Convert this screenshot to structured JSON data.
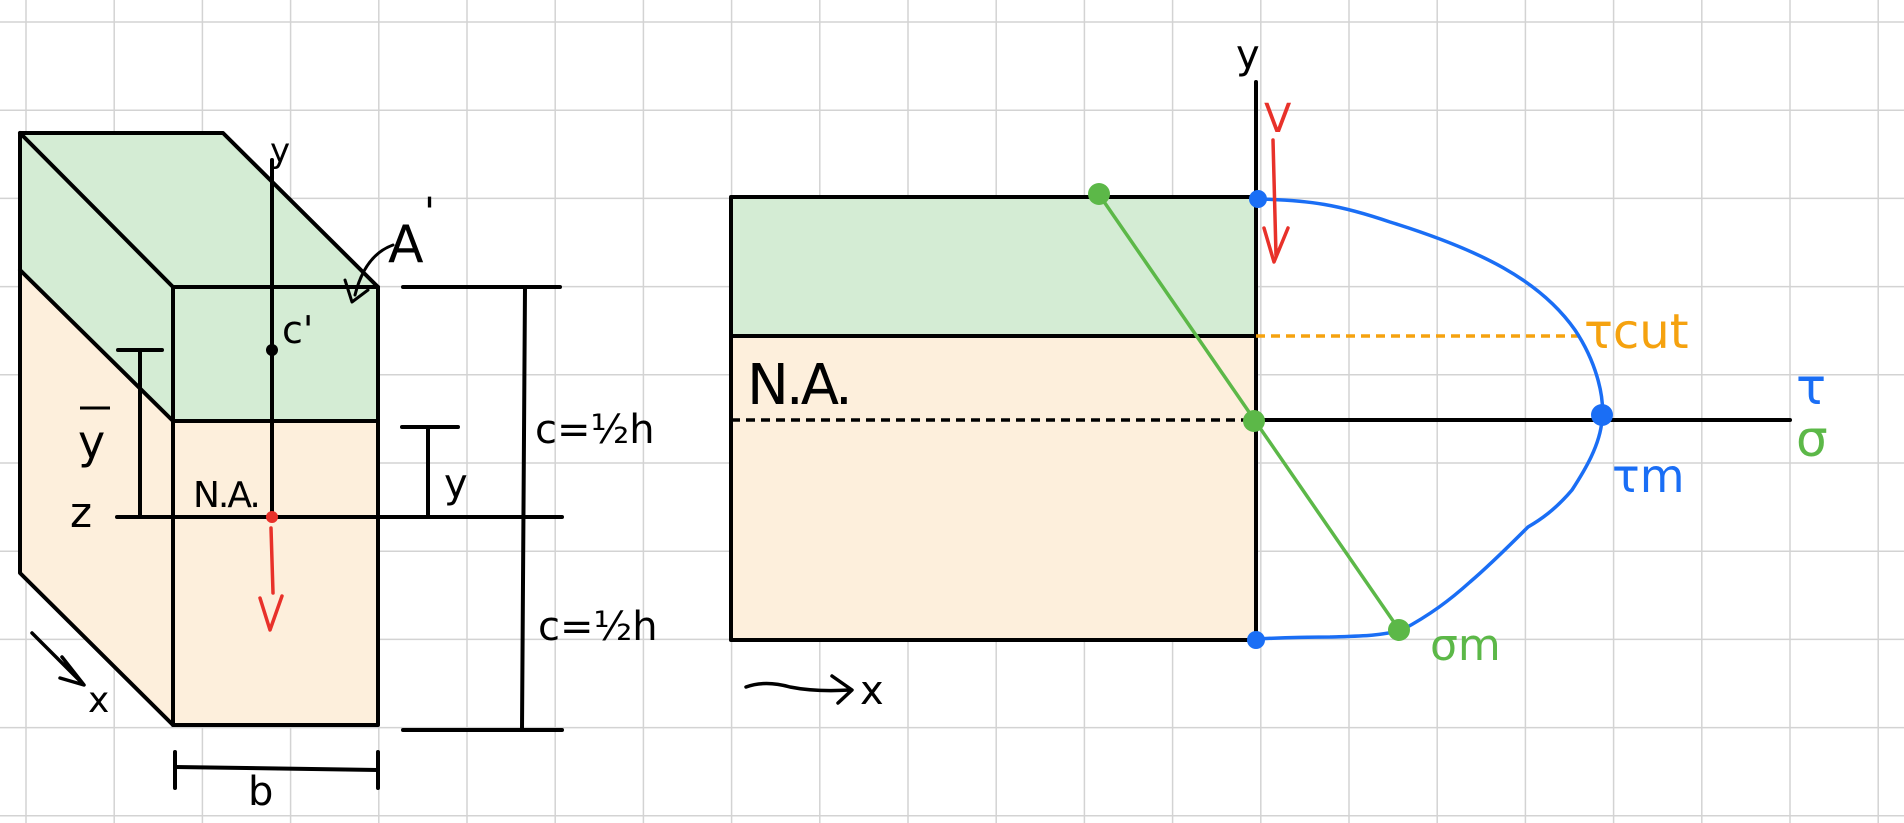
{
  "colors": {
    "grid": "#d3d3d3",
    "ink": "#000000",
    "green_fill": "#d4ecd4",
    "orange_fill": "#fdefdc",
    "red": "#e8312a",
    "blue": "#1a6ef5",
    "green": "#5cb848",
    "orange": "#f5a20f"
  },
  "left_figure": {
    "label_y_axis": "y",
    "label_area": "A",
    "label_area_prime": "'",
    "label_centroid": "c'",
    "label_ybar": "y",
    "label_z": "z",
    "label_na": "N.A.",
    "label_y_dist": "y",
    "label_c_top": "c=½h",
    "label_c_bottom": "c=½h",
    "label_x": "x",
    "label_b": "b"
  },
  "right_figure": {
    "label_y_axis": "y",
    "label_v": "V",
    "label_na": "N.A.",
    "label_tau_cut": "τcut",
    "label_tau_m": "τm",
    "label_tau": "τ",
    "label_sigma": "σ",
    "label_sigma_m": "σm",
    "label_x": "x"
  }
}
